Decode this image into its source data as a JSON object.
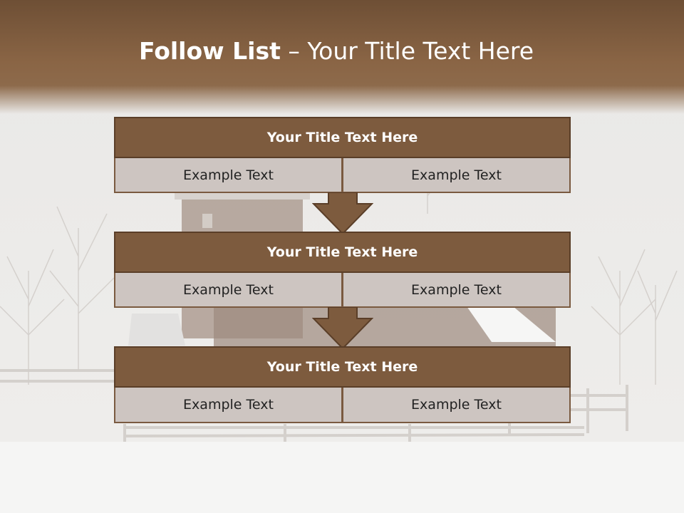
{
  "title": {
    "bold": "Follow List",
    "rest": "  – Your Title Text Here"
  },
  "blocks": [
    {
      "title": "Your Title Text Here",
      "left": "Example Text",
      "right": "Example Text"
    },
    {
      "title": "Your Title Text Here",
      "left": "Example Text",
      "right": "Example Text"
    },
    {
      "title": "Your Title Text Here",
      "left": "Example Text",
      "right": "Example Text"
    }
  ],
  "colors": {
    "header_brown": "#8a6545",
    "block_title_brown": "#7d5b3e",
    "cell_gray": "#cdc5c1",
    "arrow_brown": "#7d5b3e"
  },
  "background": "snowy-farm-photo"
}
